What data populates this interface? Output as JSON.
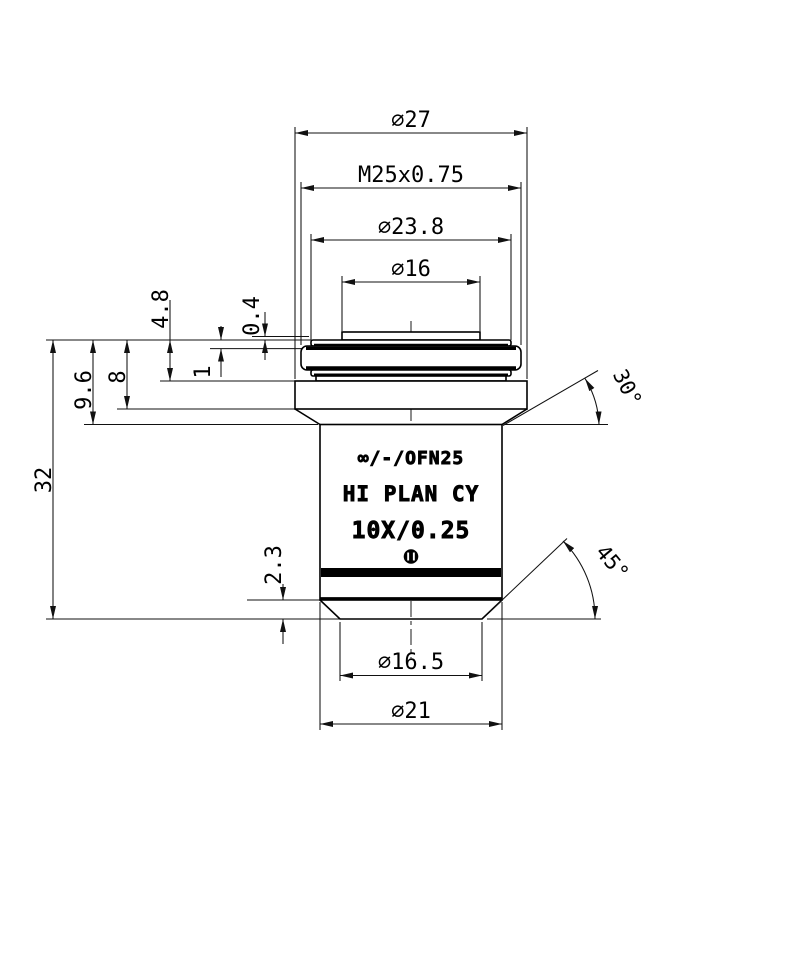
{
  "drawing": {
    "colors": {
      "line": "#000000",
      "background": "#ffffff"
    },
    "markings": {
      "line1": "∞/-/OFN25",
      "line2": "HI PLAN CY",
      "line3": "10X/0.25"
    },
    "dimensions": {
      "d27": "∅27",
      "m25": "M25x0.75",
      "d238": "∅23.8",
      "d16": "∅16",
      "h48": "4.8",
      "h04": "0.4",
      "h1": "1",
      "h8": "8",
      "h96": "9.6",
      "h32": "32",
      "h23": "2.3",
      "a30": "30°",
      "a45": "45°",
      "d165": "∅16.5",
      "d21": "∅21"
    }
  }
}
